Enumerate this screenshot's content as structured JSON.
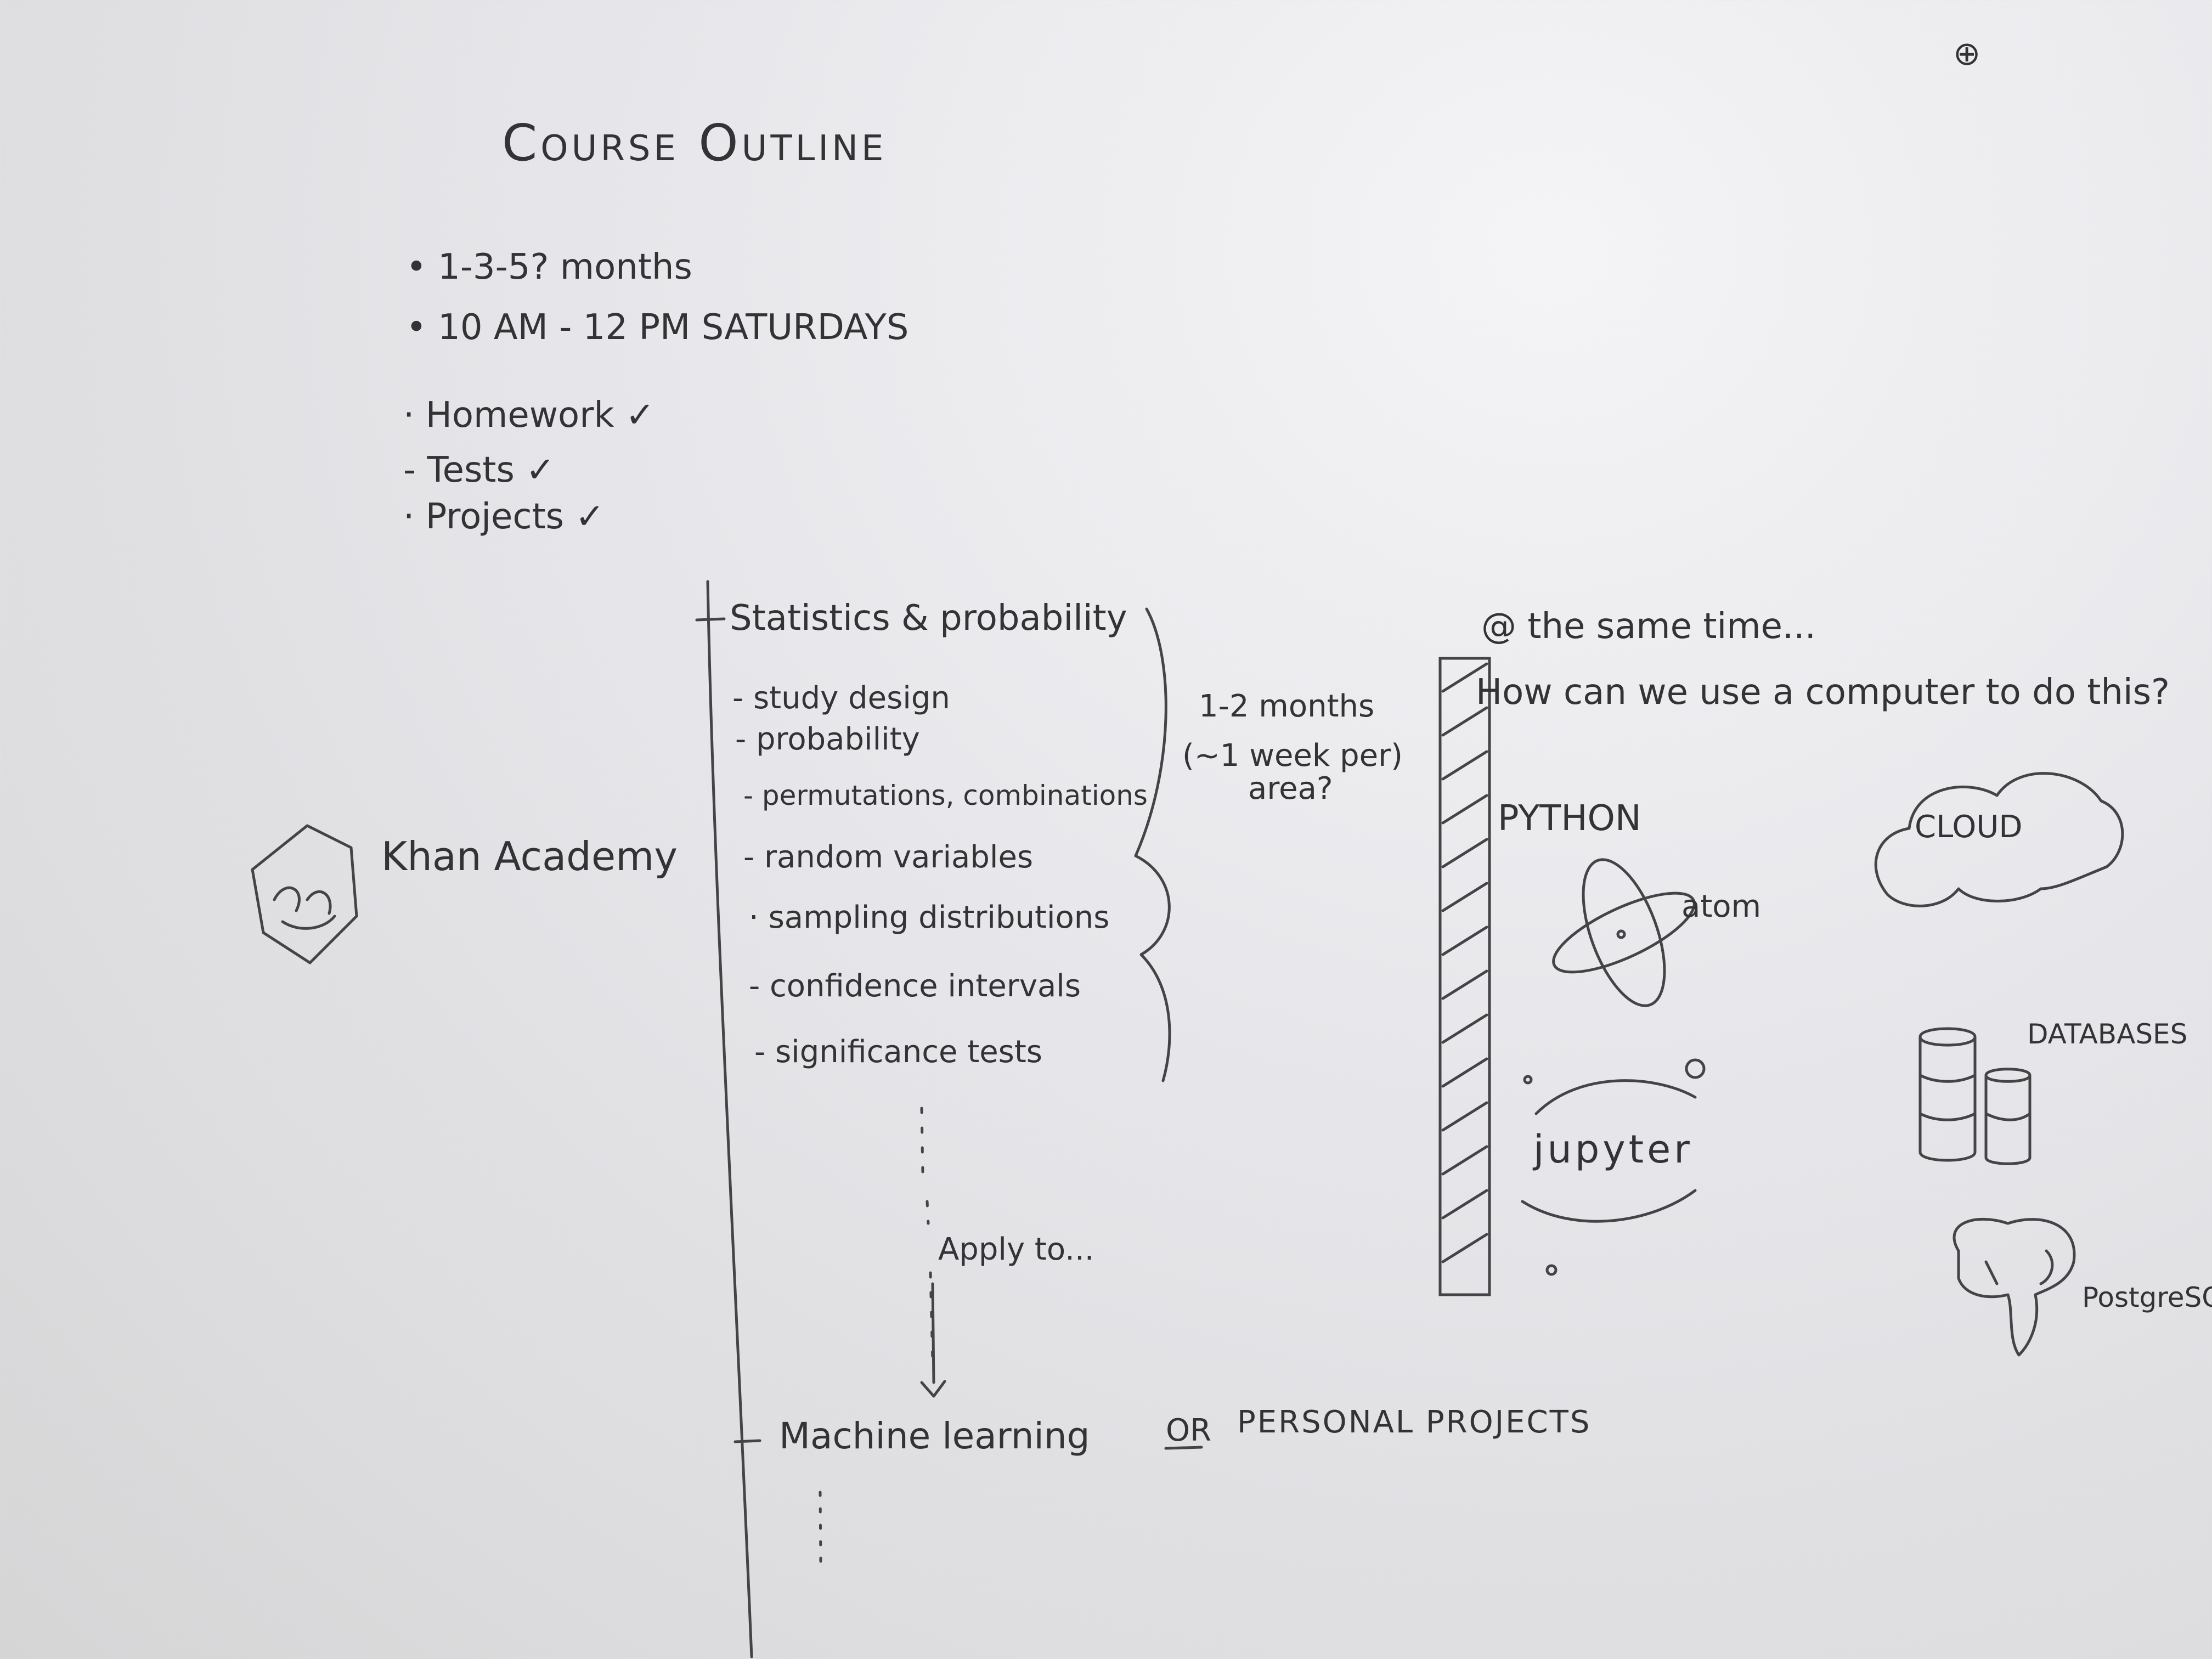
{
  "title": "Course Outline",
  "schedule": [
    "• 1-3-5? months",
    "• 10 AM - 12 PM SATURDAYS"
  ],
  "requirements": [
    "· Homework ✓",
    "- Tests ✓",
    "· Projects ✓"
  ],
  "logo_label": "Khan Academy",
  "section_heading": "Statistics & probability",
  "topics": [
    "- study design",
    "- probability",
    "- permutations, combinations",
    "- random variables",
    "· sampling distributions",
    "- confidence intervals",
    "- significance tests"
  ],
  "duration": [
    "1-2 months",
    "(~1 week per)",
    "area?"
  ],
  "apply_note": "Apply to...",
  "next_heading": "Machine learning",
  "or_text": "OR",
  "projects_text": "PERSONAL PROJECTS",
  "right": {
    "at_same_time": "@ the same time...",
    "question": "How can we use a computer to do this?",
    "python": "PYTHON",
    "atom": "atom",
    "jupyter": "jupyter",
    "cloud": "CLOUD",
    "databases": "DATABASES",
    "postgres": "PostgreSQL"
  },
  "corner_mark": "⊕"
}
